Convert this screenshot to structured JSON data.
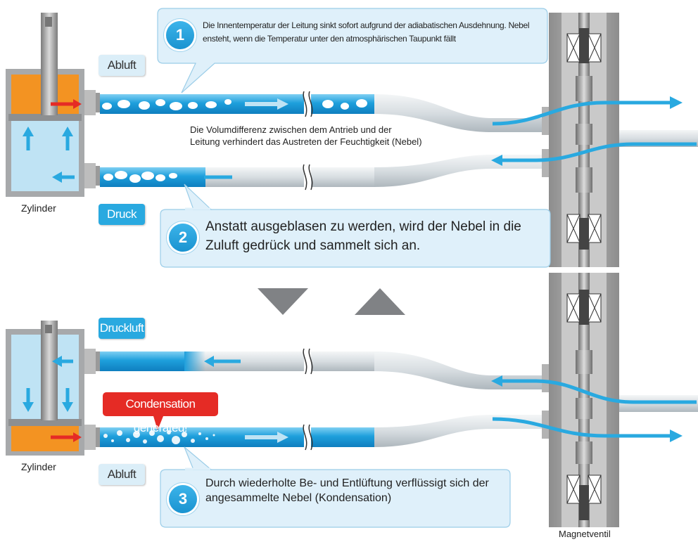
{
  "labels": {
    "abluft_top": "Abluft",
    "druck": "Druck",
    "druckluft": "Druckluft",
    "abluft_bottom": "Abluft",
    "zylinder_top": "Zylinder",
    "zylinder_bottom": "Zylinder",
    "magnetventil": "Magnetventil",
    "condensation": "Condensation generated!"
  },
  "notes": {
    "volume": "Die Volumdifferenz zwischen dem Antrieb und der Leitung verhindert das Austreten der Feuchtigkeit (Nebel)"
  },
  "callouts": [
    {
      "number": "1",
      "text": "Die Innentemperatur der Leitung sinkt sofort aufgrund der adiabatischen Ausdehnung. Nebel ensteht, wenn die Temperatur unter den atmosphärischen Taupunkt fällt"
    },
    {
      "number": "2",
      "text": "Anstatt ausgeblasen zu werden, wird der Nebel in die Zuluft gedrück und sammelt sich an."
    },
    {
      "number": "3",
      "text": "Durch wiederholte Be- und Entlüftung verflüssigt sich der angesammelte Nebel (Kondensation)"
    }
  ],
  "colors": {
    "air_blue": "#29a9e0",
    "light_blue": "#bfe3f4",
    "cylinder_orange": "#f39322",
    "valve_gray": "#9a9a9a",
    "alert_red": "#e52b25"
  }
}
